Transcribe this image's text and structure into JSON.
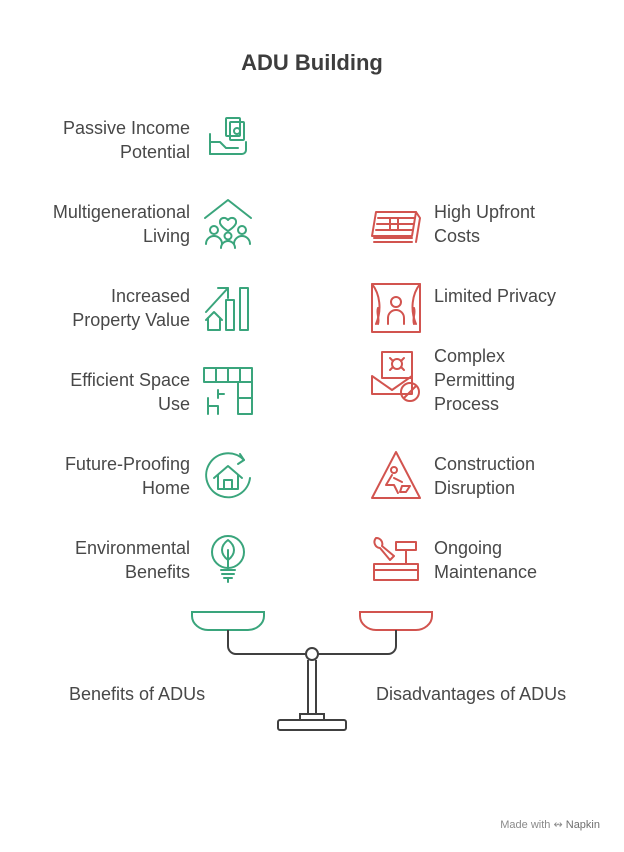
{
  "title": "ADU Building",
  "benefits": {
    "group_label": "Benefits of ADUs",
    "items": [
      {
        "label": "Passive Income Potential",
        "icon": "money-hand-icon"
      },
      {
        "label": "Multigenerational Living",
        "icon": "family-home-icon"
      },
      {
        "label": "Increased Property Value",
        "icon": "value-growth-icon"
      },
      {
        "label": "Efficient Space Use",
        "icon": "floor-plan-icon"
      },
      {
        "label": "Future-Proofing Home",
        "icon": "home-cycle-icon"
      },
      {
        "label": "Environmental Benefits",
        "icon": "eco-bulb-icon"
      }
    ]
  },
  "disadvantages": {
    "group_label": "Disadvantages of ADUs",
    "items": [
      {
        "label": "High Upfront Costs",
        "icon": "cash-stack-icon"
      },
      {
        "label": "Limited Privacy",
        "icon": "curtain-window-icon"
      },
      {
        "label": "Complex Permitting Process",
        "icon": "permit-denied-icon"
      },
      {
        "label": "Construction Disruption",
        "icon": "construction-sign-icon"
      },
      {
        "label": "Ongoing Maintenance",
        "icon": "toolbox-icon"
      }
    ]
  },
  "colors": {
    "benefit": "#3aa57c",
    "disadvantage": "#d2544f",
    "neutral": "#404040"
  },
  "footer": {
    "prefix": "Made with",
    "brand": "Napkin"
  }
}
